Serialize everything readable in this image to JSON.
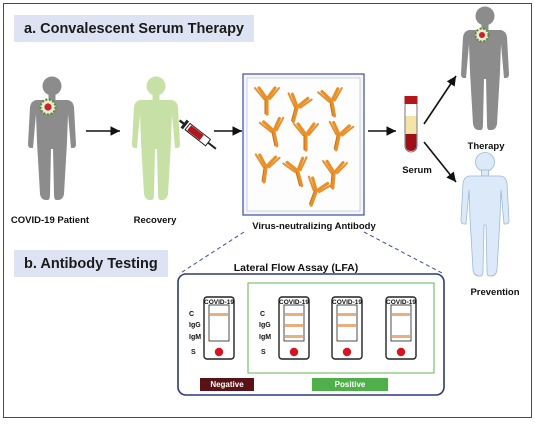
{
  "sections": {
    "a_title": "a. Convalescent Serum Therapy",
    "b_title": "b. Antibody Testing"
  },
  "labels": {
    "patient": "COVID-19 Patient",
    "recovery": "Recovery",
    "antibody": "Virus-neutralizing Antibody",
    "serum": "Serum",
    "therapy": "Therapy",
    "prevention": "Prevention",
    "lfa": "Lateral Flow Assay (LFA)"
  },
  "assay": {
    "strip_title": "COVID-19",
    "rows": [
      "C",
      "IgG",
      "IgM",
      "S"
    ],
    "negative_label": "Negative",
    "positive_label": "Positive"
  },
  "colors": {
    "gray_figure": "#8c8c8c",
    "green_figure": "#c7e0a6",
    "blue_figure": "#dbe9f8",
    "antibody_orange": "#e8902a",
    "test_line": "#e7b07e",
    "sample_dot": "#d91420",
    "negative_badge": "#5b1215",
    "positive_badge": "#4fb04a",
    "section_bg": "#dde3f3",
    "frame_blue": "#2c3a7a"
  },
  "icons": [
    "virus-icon",
    "syringe-icon",
    "blood-tube-icon",
    "antibody-icon"
  ]
}
